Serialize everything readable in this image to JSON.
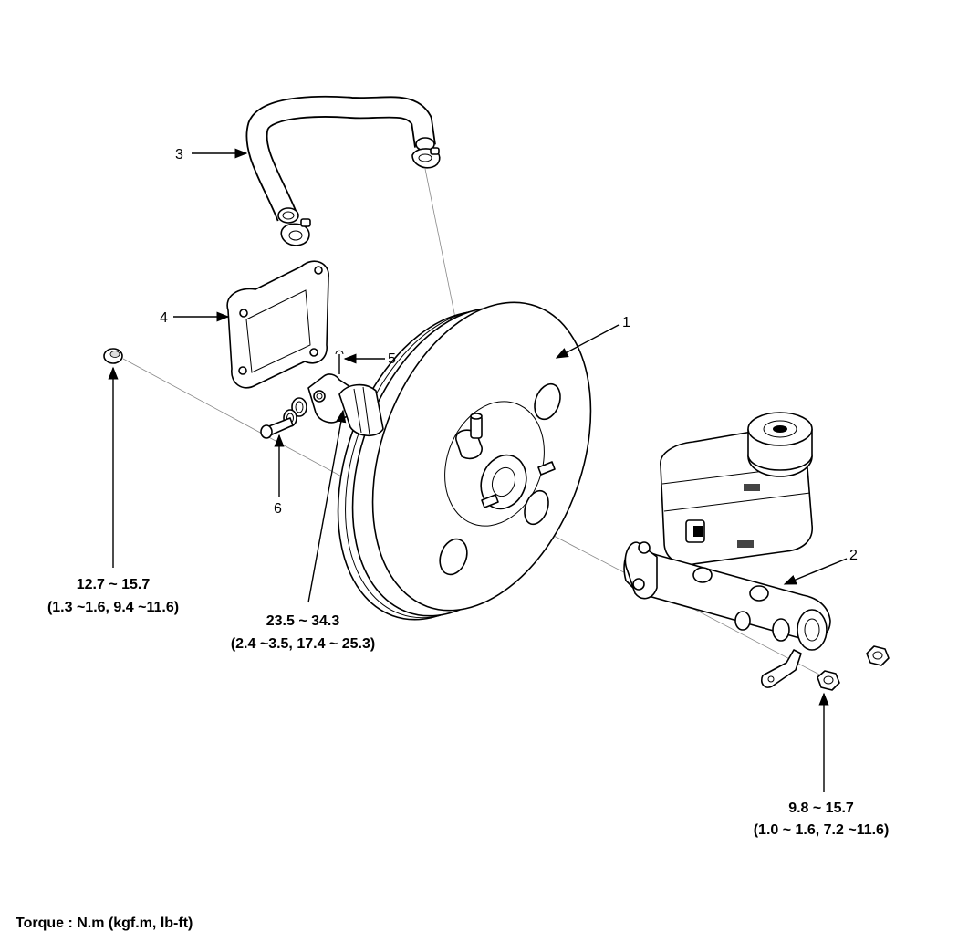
{
  "callouts": {
    "c1": "1",
    "c2": "2",
    "c3": "3",
    "c4": "4",
    "c5": "5",
    "c6": "6"
  },
  "torques": {
    "t1_line1": "12.7 ~ 15.7",
    "t1_line2": "(1.3 ~1.6, 9.4 ~11.6)",
    "t2_line1": "23.5 ~ 34.3",
    "t2_line2": "(2.4 ~3.5, 17.4 ~ 25.3)",
    "t3_line1": "9.8 ~ 15.7",
    "t3_line2": "(1.0 ~ 1.6, 7.2 ~11.6)"
  },
  "footer": {
    "torque_note": "Torque : N.m (kgf.m, lb-ft)"
  }
}
